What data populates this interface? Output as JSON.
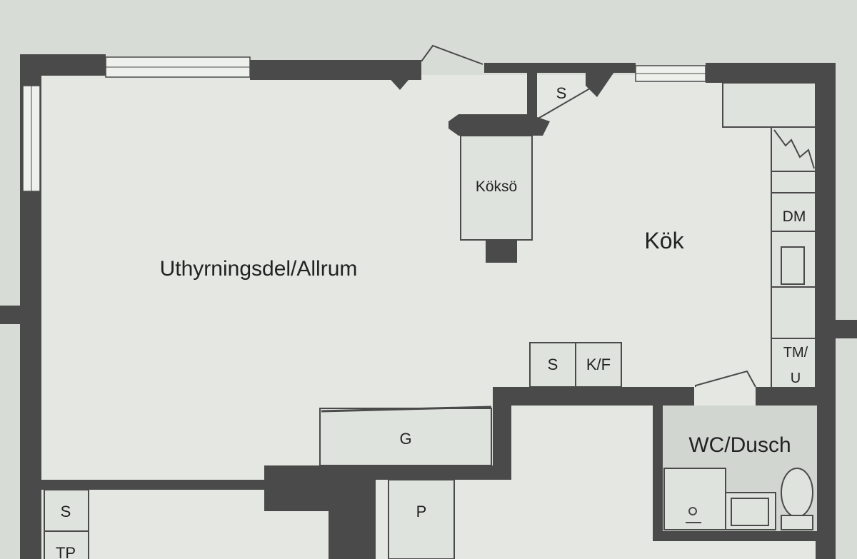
{
  "rooms": {
    "allrum": "Uthyrningsdel/Allrum",
    "kok": "Kök",
    "koksö": "Köksö",
    "wc": "WC/Dusch"
  },
  "fixtures": {
    "s_top": "S",
    "dm": "DM",
    "tmu_line1": "TM/",
    "tmu_line2": "U",
    "s_counter": "S",
    "kf": "K/F",
    "g": "G",
    "p": "P",
    "s_left": "S",
    "tp": "TP"
  },
  "colors": {
    "background": "#d8dcd7",
    "interior": "#e4e7e2",
    "wall": "#4a4a4a"
  }
}
